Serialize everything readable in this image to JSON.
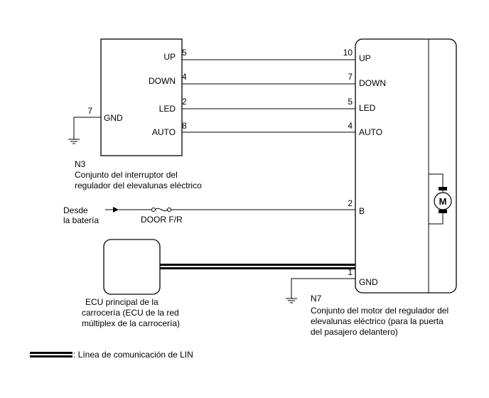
{
  "switch": {
    "code": "N3",
    "desc_line1": "Conjunto del interruptor del",
    "desc_line2": "regulador del elevalunas eléctrico",
    "gnd_label": "GND",
    "gnd_pin": "7",
    "pins": [
      {
        "label": "UP",
        "pin": "5"
      },
      {
        "label": "DOWN",
        "pin": "4"
      },
      {
        "label": "LED",
        "pin": "2"
      },
      {
        "label": "AUTO",
        "pin": "8"
      }
    ]
  },
  "motor": {
    "code": "N7",
    "desc_line1": "Conjunto del motor del regulador del",
    "desc_line2": "elevalunas eléctrico (para la puerta",
    "desc_line3": "del pasajero delantero)",
    "pins": [
      {
        "label": "UP",
        "pin": "10"
      },
      {
        "label": "DOWN",
        "pin": "7"
      },
      {
        "label": "LED",
        "pin": "5"
      },
      {
        "label": "AUTO",
        "pin": "4"
      }
    ],
    "b_label": "B",
    "b_pin": "2",
    "gnd_label": "GND",
    "gnd_pin": "1",
    "motor_symbol": "M"
  },
  "battery": {
    "line1": "Desde",
    "line2": "la batería"
  },
  "fuse": {
    "label": "DOOR F/R"
  },
  "ecu": {
    "line1": "ECU principal de la",
    "line2": "carrocería (ECU de la red",
    "line3": "múltiplex de la carrocería)"
  },
  "legend": {
    "text": ": Línea de comunicación de LIN"
  }
}
